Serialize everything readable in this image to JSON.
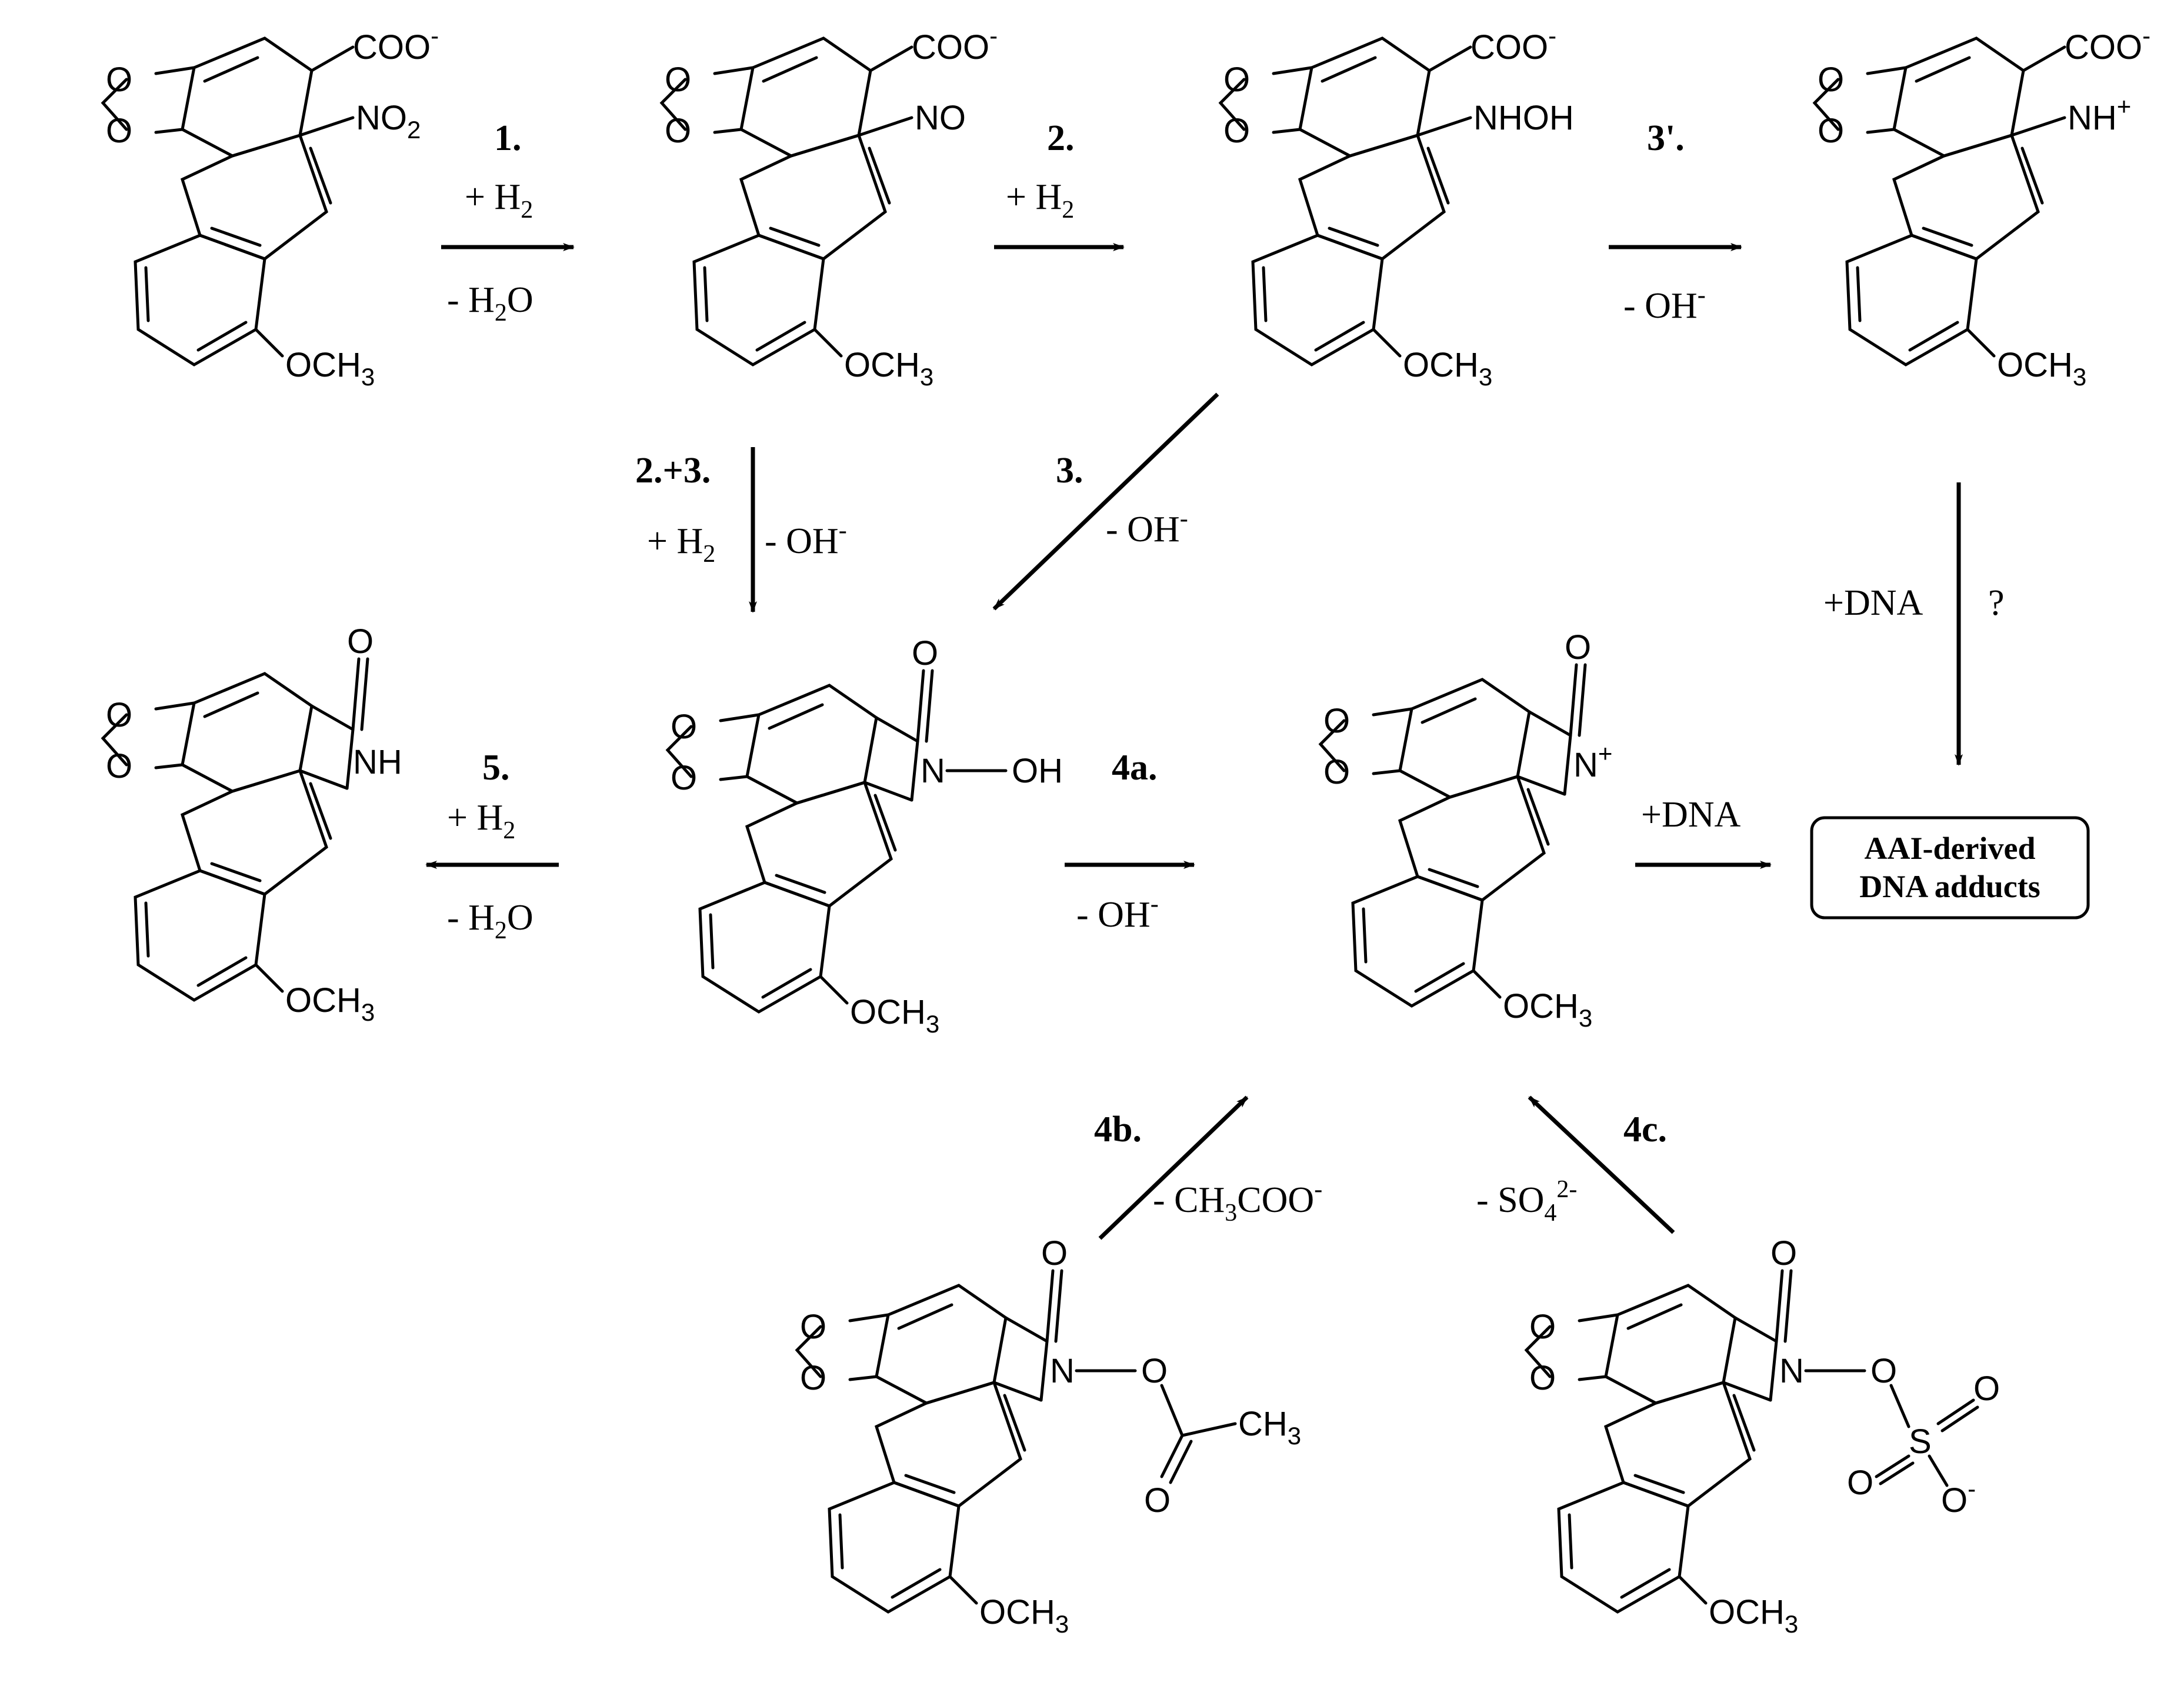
{
  "colors": {
    "ink": "#000000",
    "paper": "#ffffff"
  },
  "atoms": {
    "o": "O",
    "och3": "OCH",
    "och3_sub": "3",
    "coo": "COO",
    "minus": "-",
    "plus": "+",
    "no2": "NO",
    "no2_sub": "2",
    "no": "NO",
    "nhoh": "NHOH",
    "nh": "NH",
    "nh_cation": "NH",
    "n": "N",
    "oh": "OH",
    "ch3": "CH",
    "ch3_sub": "3",
    "s": "S"
  },
  "steps": {
    "s1": "1.",
    "s2": "2.",
    "s3": "3.",
    "s3p": "3'.",
    "s23": "2.+3.",
    "s4a": "4a.",
    "s4b": "4b.",
    "s4c": "4c.",
    "s5": "5."
  },
  "reagents": {
    "plus_h2": "+ H",
    "h2_sub": "2",
    "minus_h2o_a": "- H",
    "h2o_sub": "2",
    "h2o_tail": "O",
    "minus_oh": "- OH",
    "oh_sup": "-",
    "plus_dna": "+DNA",
    "question": "?",
    "minus_ch3coo_a": "- CH",
    "ch3coo_sub": "3",
    "ch3coo_tail": "COO",
    "ch3coo_sup": "-",
    "minus_so4": "- SO",
    "so4_sub": "4",
    "so4_sup": "2-"
  },
  "product_box": {
    "line1": "AAI-derived",
    "line2": "DNA adducts"
  }
}
